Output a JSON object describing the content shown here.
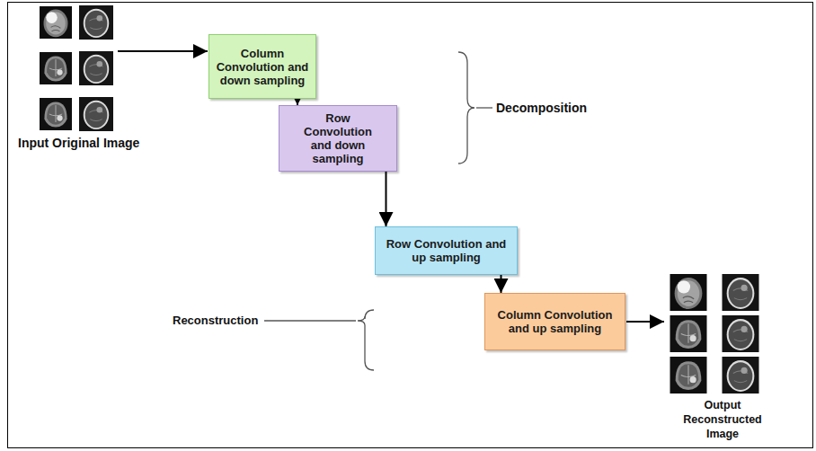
{
  "diagram": {
    "nodes": [
      {
        "text": [
          "Column Convolution and down sampling"
        ]
      },
      {
        "text": [
          "Row Convolution and down sampling"
        ]
      },
      {
        "text": [
          "Row Convolution and up sampling"
        ]
      },
      {
        "text": [
          "Column Convolution and up sampling"
        ]
      }
    ],
    "edges": [
      {
        "from": 0,
        "to": 1,
        "arrow": "to"
      },
      {
        "from": 1,
        "to": 2,
        "arrow": "to"
      },
      {
        "from": 2,
        "to": 3,
        "arrow": "to"
      }
    ],
    "labels": [
      "Input Original Image",
      "Decomposition",
      "Reconstruction",
      "Output Reconstructed Image"
    ]
  }
}
